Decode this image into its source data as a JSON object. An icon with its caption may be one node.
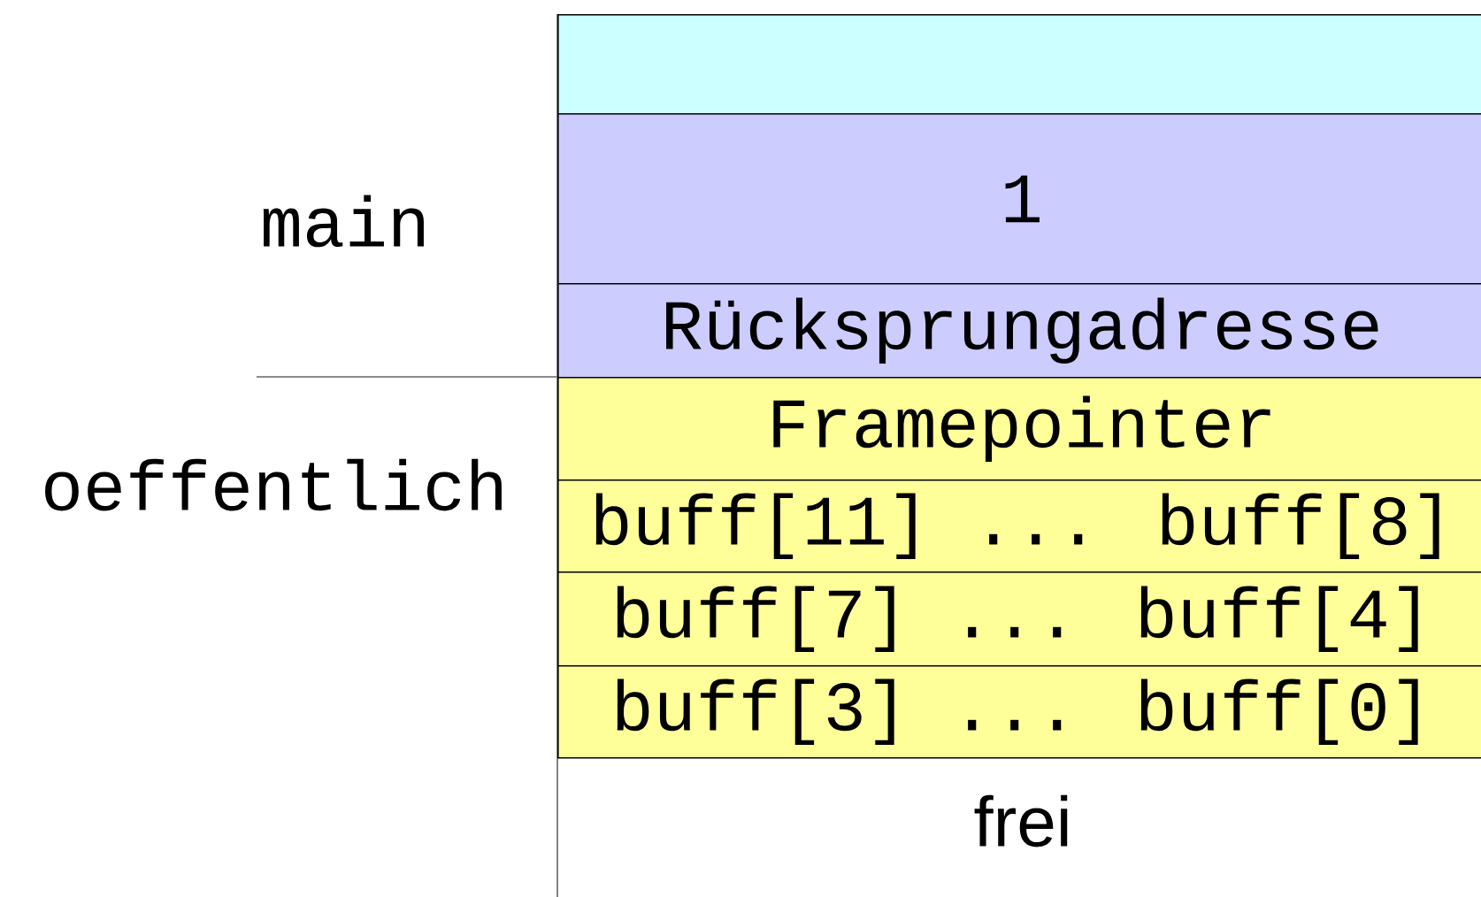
{
  "diagram": {
    "nodes": [
      {
        "text": [],
        "shape": "box"
      },
      {
        "text": [
          "1"
        ]
      },
      {
        "text": [
          "Rücksprungadresse"
        ]
      },
      {
        "text": [
          "Framepointer"
        ]
      },
      {
        "text": [
          "buff[11] ... buff[8]"
        ]
      },
      {
        "text": [
          "buff[7] ... buff[4]"
        ]
      },
      {
        "text": [
          "buff[3] ... buff[0]"
        ]
      }
    ],
    "labels": [
      "main",
      "oeffentlich",
      "frei"
    ]
  }
}
